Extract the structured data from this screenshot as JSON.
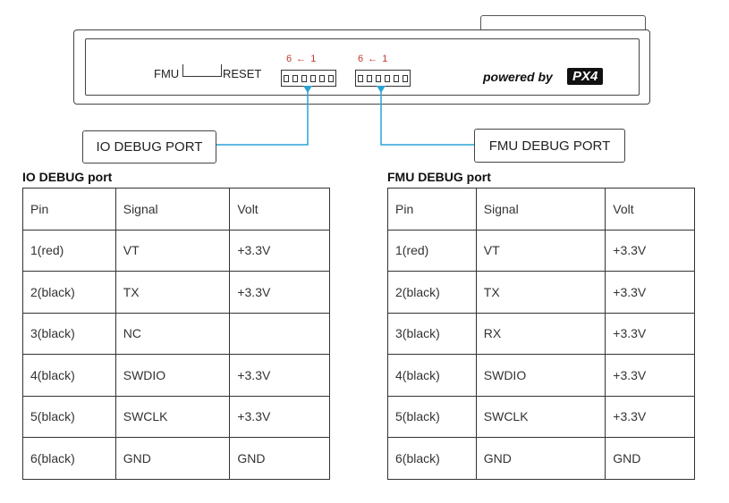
{
  "device": {
    "fmu_label": "FMU",
    "reset_label": "RESET",
    "io_connector_numbers": "6 ← 1",
    "fmu_connector_numbers": "6 ← 1",
    "powered_by": "powered by",
    "logo_text": "PX4"
  },
  "callouts": {
    "io": "IO DEBUG PORT",
    "fmu": "FMU DEBUG PORT"
  },
  "colors": {
    "wire": "#29a3d6",
    "connector_numbers": "#c0392b"
  },
  "io_table": {
    "title": "IO DEBUG port",
    "headers": [
      "Pin",
      "Signal",
      "Volt"
    ],
    "rows": [
      [
        "1(red)",
        "VT",
        "+3.3V"
      ],
      [
        "2(black)",
        "TX",
        "+3.3V"
      ],
      [
        "3(black)",
        "NC",
        ""
      ],
      [
        "4(black)",
        "SWDIO",
        "+3.3V"
      ],
      [
        "5(black)",
        "SWCLK",
        "+3.3V"
      ],
      [
        "6(black)",
        "GND",
        "GND"
      ]
    ]
  },
  "fmu_table": {
    "title": "FMU DEBUG port",
    "headers": [
      "Pin",
      "Signal",
      "Volt"
    ],
    "rows": [
      [
        "1(red)",
        "VT",
        "+3.3V"
      ],
      [
        "2(black)",
        "TX",
        "+3.3V"
      ],
      [
        "3(black)",
        "RX",
        "+3.3V"
      ],
      [
        "4(black)",
        "SWDIO",
        "+3.3V"
      ],
      [
        "5(black)",
        "SWCLK",
        "+3.3V"
      ],
      [
        "6(black)",
        "GND",
        "GND"
      ]
    ]
  }
}
